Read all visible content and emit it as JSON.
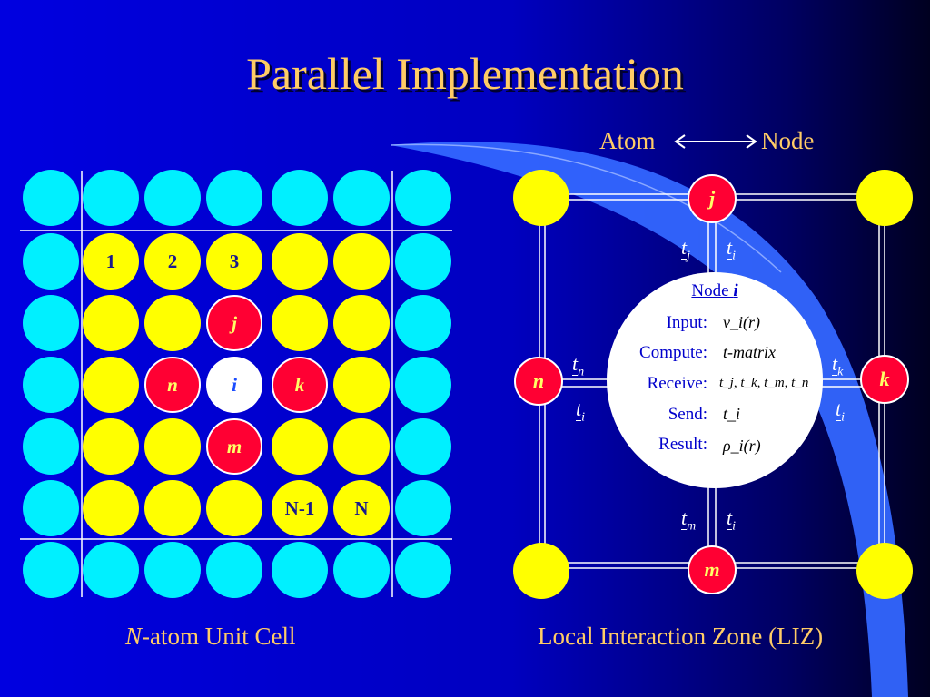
{
  "title": "Parallel Implementation",
  "legend": {
    "left": "Atom",
    "right": "Node"
  },
  "captions": {
    "left_italic": "N",
    "left_rest": "-atom Unit Cell",
    "right": "Local Interaction Zone (LIZ)"
  },
  "grid_labels": {
    "n1": "1",
    "n2": "2",
    "n3": "3",
    "j": "j",
    "n": "n",
    "i": "i",
    "k": "k",
    "m": "m",
    "nm1": "N-1",
    "nN": "N"
  },
  "liz_nodes": {
    "j": "j",
    "n": "n",
    "k": "k",
    "m": "m"
  },
  "t_labels": {
    "top_left": {
      "t": "t",
      "sub": "j"
    },
    "top_right": {
      "t": "t",
      "sub": "i"
    },
    "left_top": {
      "t": "t",
      "sub": "n"
    },
    "left_bottom": {
      "t": "t",
      "sub": "i"
    },
    "right_top": {
      "t": "t",
      "sub": "k"
    },
    "right_bottom": {
      "t": "t",
      "sub": "i"
    },
    "bottom_left": {
      "t": "t",
      "sub": "m"
    },
    "bottom_right": {
      "t": "t",
      "sub": "i"
    }
  },
  "node_box": {
    "title_prefix": "Node ",
    "title_var": "i",
    "rows": [
      {
        "label": "Input:",
        "value": "v_i(r)"
      },
      {
        "label": "Compute:",
        "value": "t-matrix"
      },
      {
        "label": "Receive:",
        "value": "t_j, t_k, t_m, t_n"
      },
      {
        "label": "Send:",
        "value": "t_i"
      },
      {
        "label": "Result:",
        "value": "ρ_i(r)"
      }
    ]
  },
  "colors": {
    "bg_dark": "#000033",
    "bg_blue": "#0000d0",
    "swoosh": "#3366ff",
    "title": "#ffcc66",
    "cyan": "#00f0ff",
    "yellow": "#ffff00",
    "red": "#ff0033"
  }
}
